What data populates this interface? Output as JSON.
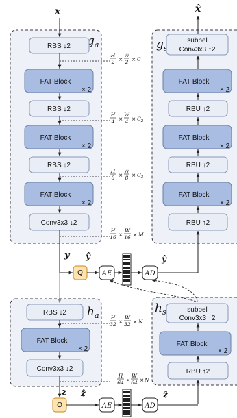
{
  "symbols": {
    "x": "x",
    "x_hat": "x̂",
    "y": "y",
    "y_hat": "ŷ",
    "z": "z",
    "z_hat": "ẑ"
  },
  "group_labels": {
    "ga": {
      "base": "g",
      "sub": "a"
    },
    "gs": {
      "base": "g",
      "sub": "s"
    },
    "ha": {
      "base": "h",
      "sub": "a"
    },
    "hs": {
      "base": "h",
      "sub": "s"
    }
  },
  "blocks": {
    "ga_rbs1": "RBS ↓2",
    "ga_fat1": "FAT Block",
    "ga_fat1_mult": "× 2",
    "ga_rbs2": "RBS ↓2",
    "ga_fat2": "FAT Block",
    "ga_fat2_mult": "× 2",
    "ga_rbs3": "RBS ↓2",
    "ga_fat3": "FAT Block",
    "ga_fat3_mult": "× 2",
    "ga_conv": "Conv3x3 ↓2",
    "gs_subpel_1": "subpel",
    "gs_subpel_2": "Conv3x3 ↑2",
    "gs_fat1": "FAT Block",
    "gs_fat1_mult": "× 2",
    "gs_rbu1": "RBU ↑2",
    "gs_fat2": "FAT Block",
    "gs_fat2_mult": "× 2",
    "gs_rbu2": "RBU ↑2",
    "gs_fat3": "FAT Block",
    "gs_fat3_mult": "× 2",
    "gs_rbu3": "RBU ↑2",
    "ha_rbs": "RBS ↓2",
    "ha_fat": "FAT Block",
    "ha_fat_mult": "× 2",
    "ha_conv": "Conv3x3 ↓2",
    "hs_subpel_1": "subpel",
    "hs_subpel_2": "Conv3x3 ↑2",
    "hs_fat": "FAT Block",
    "hs_fat_mult": "× 2",
    "hs_rbu": "RBU ↑2"
  },
  "ops": {
    "quantizer": "Q",
    "encoder": "AE",
    "decoder": "AD"
  },
  "dims": {
    "d1": {
      "h": "H",
      "hden": "2",
      "w": "W",
      "wden": "2",
      "c": "C",
      "csub": "1"
    },
    "d2": {
      "h": "H",
      "hden": "4",
      "w": "W",
      "wden": "4",
      "c": "C",
      "csub": "2"
    },
    "d3": {
      "h": "H",
      "hden": "8",
      "w": "W",
      "wden": "8",
      "c": "C",
      "csub": "3"
    },
    "d4": {
      "h": "H",
      "hden": "16",
      "w": "W",
      "wden": "16",
      "c": "M",
      "csub": ""
    },
    "d5": {
      "h": "H",
      "hden": "32",
      "w": "W",
      "wden": "32",
      "c": "N",
      "csub": ""
    },
    "d6": {
      "h": "H",
      "hden": "64",
      "w": "W",
      "wden": "64",
      "c": "N",
      "csub": ""
    }
  },
  "colors": {
    "panel_fill": "#eef1f8",
    "panel_border": "#3a3a3a",
    "light_box": "#e8edf6",
    "light_border": "#8a99b8",
    "fat_fill": "#a9bce2",
    "fat_border": "#6b7fa6",
    "quant_fill": "#fde3b0",
    "quant_border": "#c98a1a",
    "code_dark": "#1f1f1f",
    "arrow": "#222222"
  }
}
